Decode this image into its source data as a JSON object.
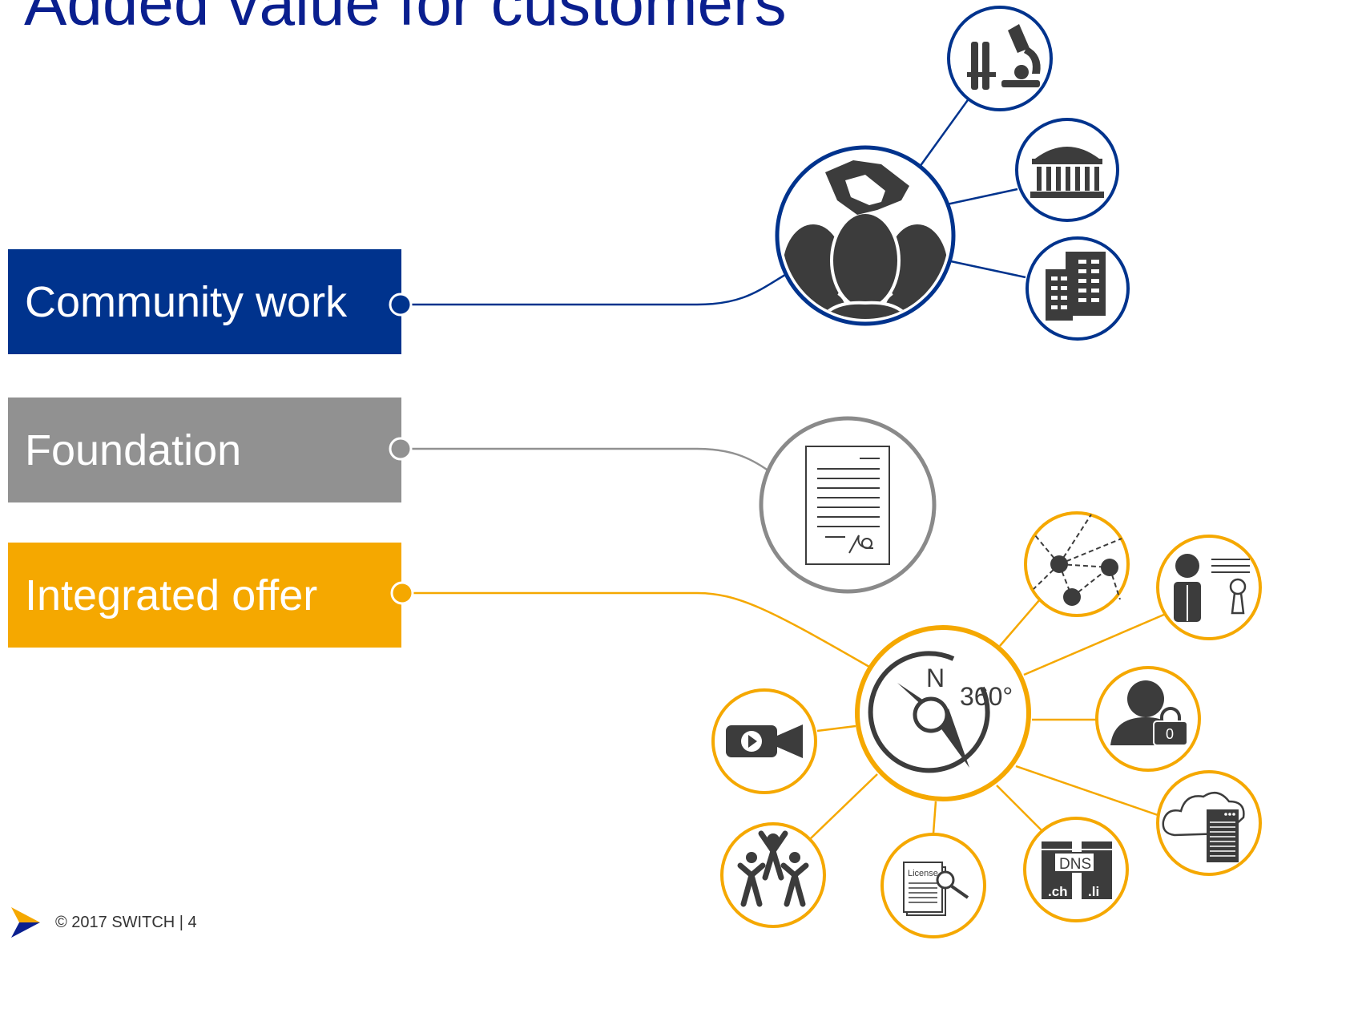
{
  "title": "Added value for customers",
  "pillars": [
    {
      "label": "Community work"
    },
    {
      "label": "Foundation"
    },
    {
      "label": "Integrated offer"
    }
  ],
  "icons": {
    "community_hub": "handshake-community-icon",
    "community_satellites": [
      "research-lab-icon",
      "university-building-icon",
      "office-buildings-icon"
    ],
    "foundation": "signed-document-icon",
    "integrated_hub": "compass-360-icon",
    "integrated_satellites": [
      "network-graph-icon",
      "identity-key-icon",
      "user-lock-icon",
      "cloud-server-icon",
      "dns-domain-icon",
      "license-search-icon",
      "community-people-icon",
      "video-camera-icon"
    ]
  },
  "icon_labels": {
    "compass_n": "N",
    "compass_360": "360°",
    "dns": "DNS",
    "domain_ch": ".ch",
    "domain_li": ".li",
    "license": "License",
    "lock_digit": "0"
  },
  "colors": {
    "title": "#0a1f8f",
    "community": "#00338d",
    "foundation": "#919191",
    "integrated": "#f5a800",
    "icon_dark": "#3c3c3c"
  },
  "footer": {
    "text": "© 2017 SWITCH | 4"
  }
}
